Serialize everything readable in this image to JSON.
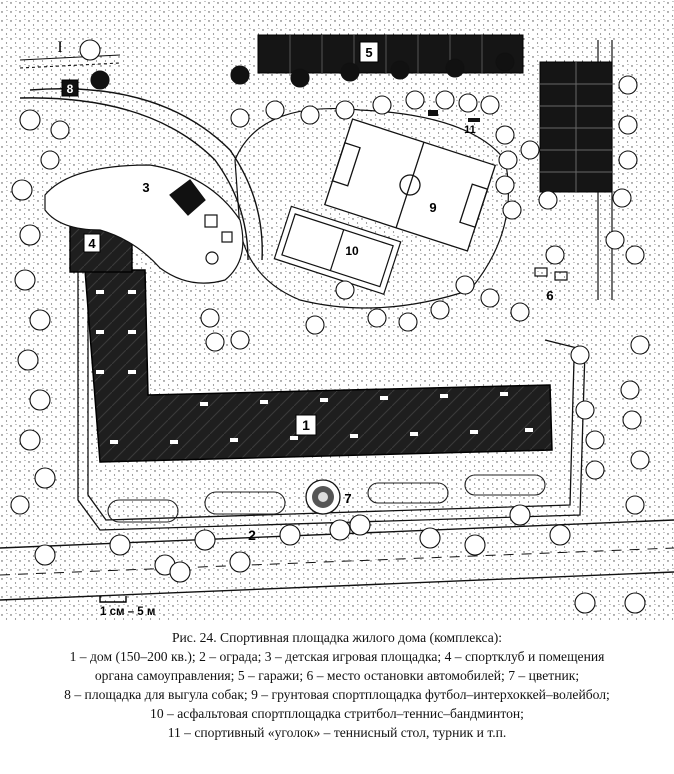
{
  "plan": {
    "markers": {
      "house": "1",
      "fence": "2",
      "playground": "3",
      "sport_club": "4",
      "garages": "5",
      "parking": "6",
      "flowerbed": "7",
      "dog_area": "8",
      "ground_field": "9",
      "asphalt_court": "10",
      "sport_corner": "11",
      "roman_one": "I"
    },
    "scale_label": "1 см – 5 м"
  },
  "caption": {
    "title": "Рис. 24. Спортивная площадка жилого дома (комплекса):",
    "lines": [
      "1 – дом (150–200 кв.); 2 – ограда; 3 – детская игровая площадка; 4 – спортклуб и помещения",
      "органа самоуправления; 5 – гаражи; 6 – место остановки автомобилей; 7 – цветник;",
      "8 – площадка для выгула собак; 9 – грунтовая спортплощадка футбол–интерхоккей–волейбол;",
      "10 – асфальтовая спортплощадка стритбол–теннис–бандминтон;",
      "11 – спортивный «уголок» – теннисный стол, турник и т.п."
    ]
  }
}
